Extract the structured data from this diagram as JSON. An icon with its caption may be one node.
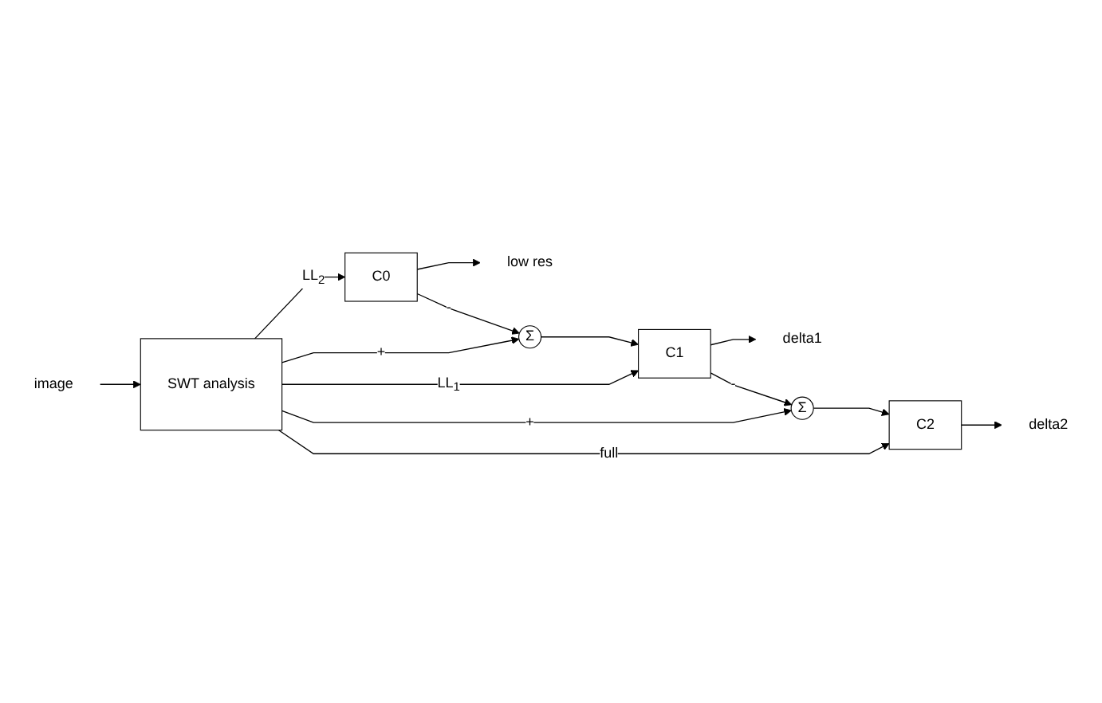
{
  "diagram": {
    "nodes": [
      {
        "text": [
          "image"
        ]
      },
      {
        "text": [
          "SWT analysis"
        ]
      },
      {
        "text": [
          "C0"
        ]
      },
      {
        "text": [
          "Σ"
        ]
      },
      {
        "text": [
          "C1"
        ]
      },
      {
        "text": [
          "Σ"
        ]
      },
      {
        "text": [
          "C2"
        ]
      },
      {
        "text": [
          "low res"
        ]
      },
      {
        "text": [
          "delta1"
        ]
      },
      {
        "text": [
          "delta2"
        ]
      }
    ],
    "edges": [
      {
        "from": 0,
        "to": 1,
        "arrow": "to"
      },
      {
        "from": 1,
        "to": 2,
        "arrow": "to",
        "label": "LL$_{2}$"
      },
      {
        "from": 1,
        "to": 3,
        "arrow": "to",
        "label": "+"
      },
      {
        "from": 2,
        "to": 7,
        "arrow": "to"
      },
      {
        "from": 2,
        "to": 3,
        "arrow": "to",
        "label": "-"
      },
      {
        "from": 3,
        "to": 4,
        "arrow": "to"
      },
      {
        "from": 1,
        "to": 4,
        "arrow": "to",
        "label": "LL$_{1}$"
      },
      {
        "from": 1,
        "to": 5,
        "arrow": "to",
        "label": "+"
      },
      {
        "from": 4,
        "to": 8,
        "arrow": "to"
      },
      {
        "from": 4,
        "to": 5,
        "arrow": "to",
        "label": "-"
      },
      {
        "from": 5,
        "to": 6,
        "arrow": "to"
      },
      {
        "from": 1,
        "to": 6,
        "arrow": "to",
        "label": "full"
      },
      {
        "from": 6,
        "to": 9,
        "arrow": "to"
      }
    ]
  }
}
